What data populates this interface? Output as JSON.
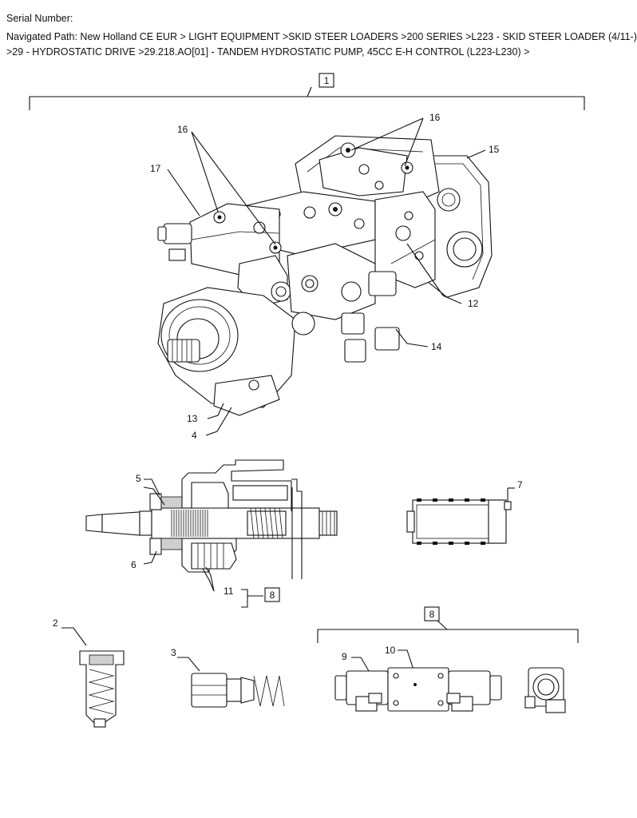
{
  "header": {
    "serial_label": "Serial Number:",
    "nav_line1": "Navigated Path: New Holland CE EUR > LIGHT EQUIPMENT >SKID STEER LOADERS >200 SERIES >L223 - SKID STEER LOADER (4/11-)",
    "nav_line2": ">29 - HYDROSTATIC DRIVE >29.218.AO[01] - TANDEM HYDROSTATIC PUMP, 45CC E-H CONTROL (L223-L230) >"
  },
  "callouts": {
    "c1": "1",
    "c2": "2",
    "c3": "3",
    "c4": "4",
    "c5": "5",
    "c6": "6",
    "c7": "7",
    "c8a": "8",
    "c8b": "8",
    "c9": "9",
    "c10": "10",
    "c11": "11",
    "c12": "12",
    "c13": "13",
    "c14": "14",
    "c15": "15",
    "c16a": "16",
    "c16b": "16",
    "c17": "17"
  }
}
